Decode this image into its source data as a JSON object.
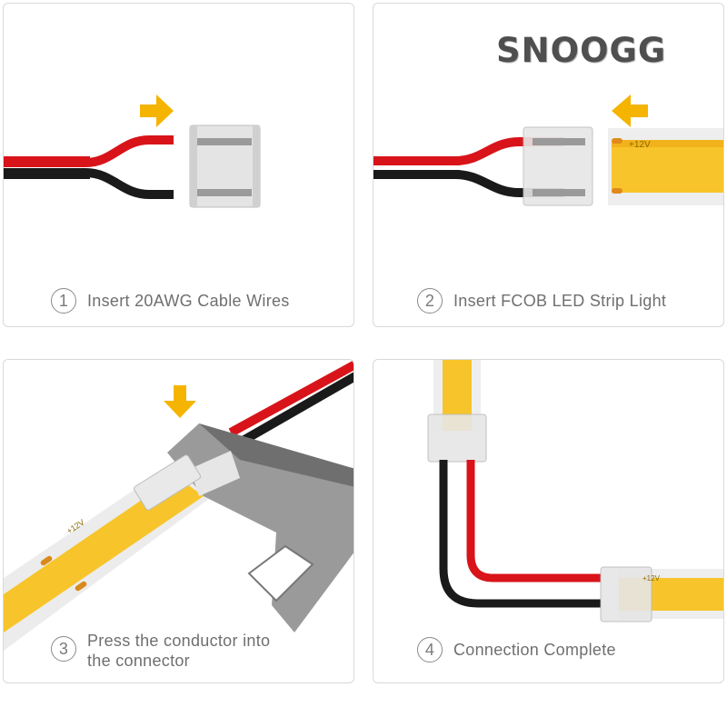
{
  "brand": "SNOOGG",
  "steps": [
    {
      "number": "1",
      "text": "Insert 20AWG Cable Wires"
    },
    {
      "number": "2",
      "text": "Insert FCOB LED Strip Light"
    },
    {
      "number": "3",
      "line1": "Press the conductor into",
      "line2": "the connector"
    },
    {
      "number": "4",
      "text": "Connection Complete"
    }
  ],
  "strip_marking": "+12V",
  "colors": {
    "arrow": "#f5b400",
    "wire_red": "#d8141a",
    "wire_black": "#1a1a1a",
    "strip_yellow": "#f7c52b",
    "connector": "#c9c9c9"
  },
  "icons": {
    "arrow_right": "arrow-right-icon",
    "arrow_left": "arrow-left-icon",
    "arrow_down": "arrow-down-icon"
  }
}
